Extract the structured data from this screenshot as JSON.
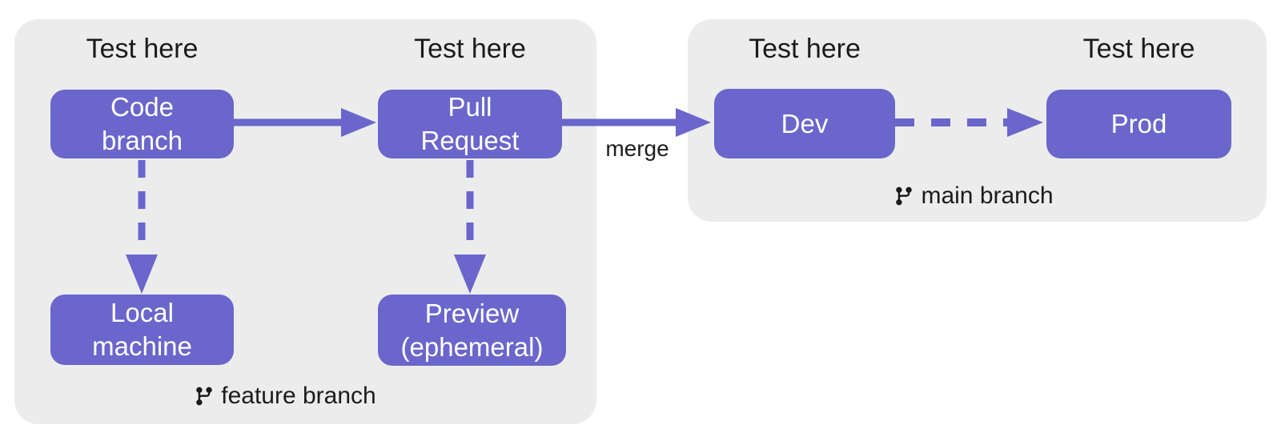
{
  "diagram": {
    "test_labels": [
      "Test here",
      "Test here",
      "Test here",
      "Test here"
    ],
    "merge_label": "merge",
    "nodes": [
      {
        "id": "code-branch",
        "label": "Code\nbranch"
      },
      {
        "id": "pull-request",
        "label": "Pull\nRequest"
      },
      {
        "id": "dev",
        "label": "Dev"
      },
      {
        "id": "prod",
        "label": "Prod"
      },
      {
        "id": "local-machine",
        "label": "Local\nmachine"
      },
      {
        "id": "preview",
        "label": "Preview\n(ephemeral)"
      }
    ],
    "panels": [
      {
        "id": "feature-branch",
        "branch_label": "feature branch"
      },
      {
        "id": "main-branch",
        "branch_label": "main branch"
      }
    ]
  },
  "colors": {
    "accent_purple": "#6A66CB",
    "panel_gray": "#ECECEC",
    "node_text": "#FFFFFF",
    "label_text": "#1B1B1B",
    "background": "#FFFFFF"
  }
}
